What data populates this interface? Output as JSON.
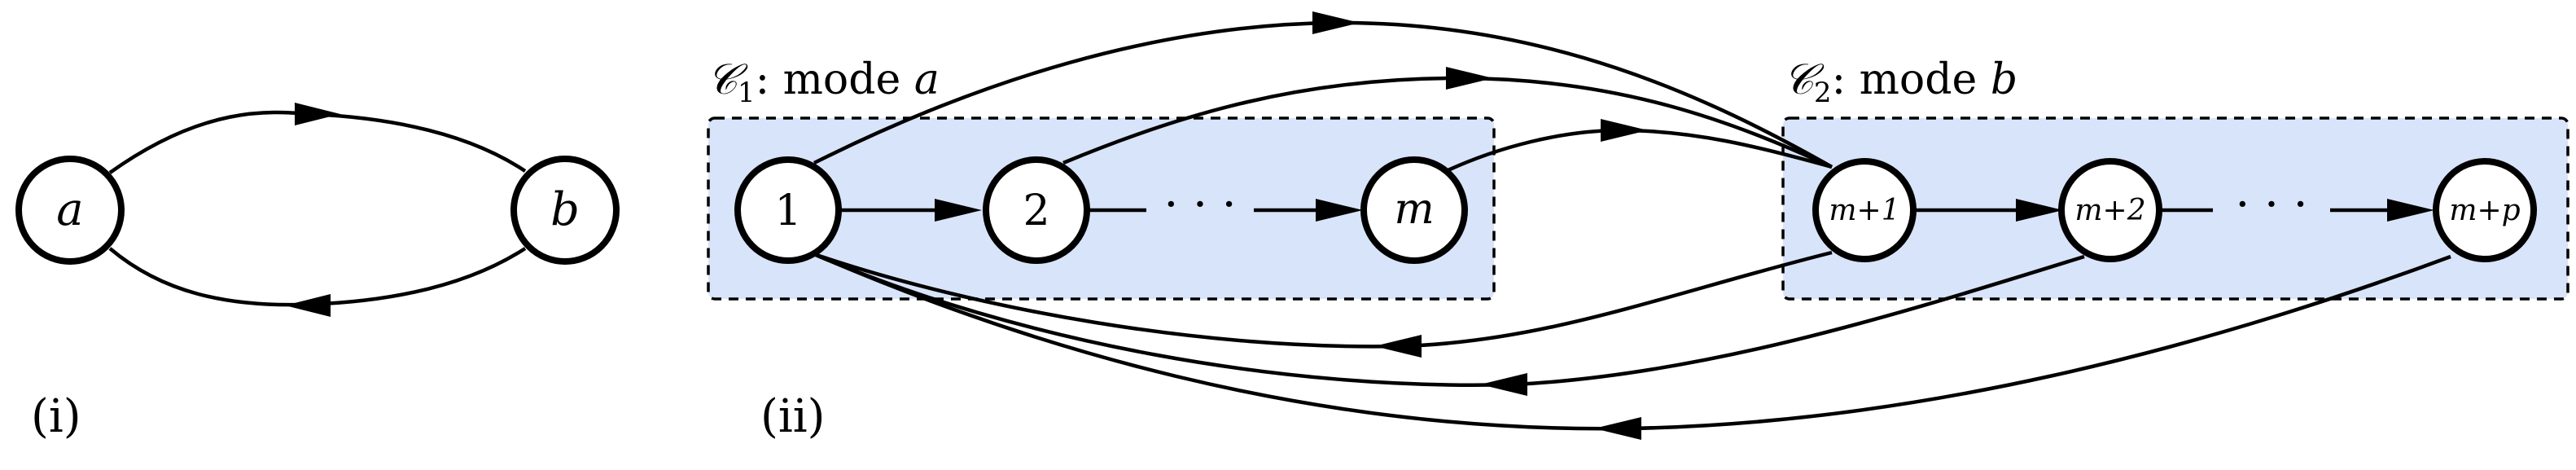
{
  "panels": {
    "i": {
      "label": "(i)"
    },
    "ii": {
      "label": "(ii)"
    }
  },
  "nodes": {
    "a": "a",
    "b": "b",
    "n1": "1",
    "n2": "2",
    "nm": "m",
    "nm1": "m+1",
    "nm2": "m+2",
    "nmp": "m+p"
  },
  "clusters": {
    "c1": {
      "symbol": "𝒞",
      "sub": "1",
      "text": ": mode ",
      "mode": "a",
      "fill": "#d8e4fa"
    },
    "c2": {
      "symbol": "𝒞",
      "sub": "2",
      "text": ": mode ",
      "mode": "b",
      "fill": "#d8e4fa"
    }
  },
  "ellipsis": "· · ·"
}
